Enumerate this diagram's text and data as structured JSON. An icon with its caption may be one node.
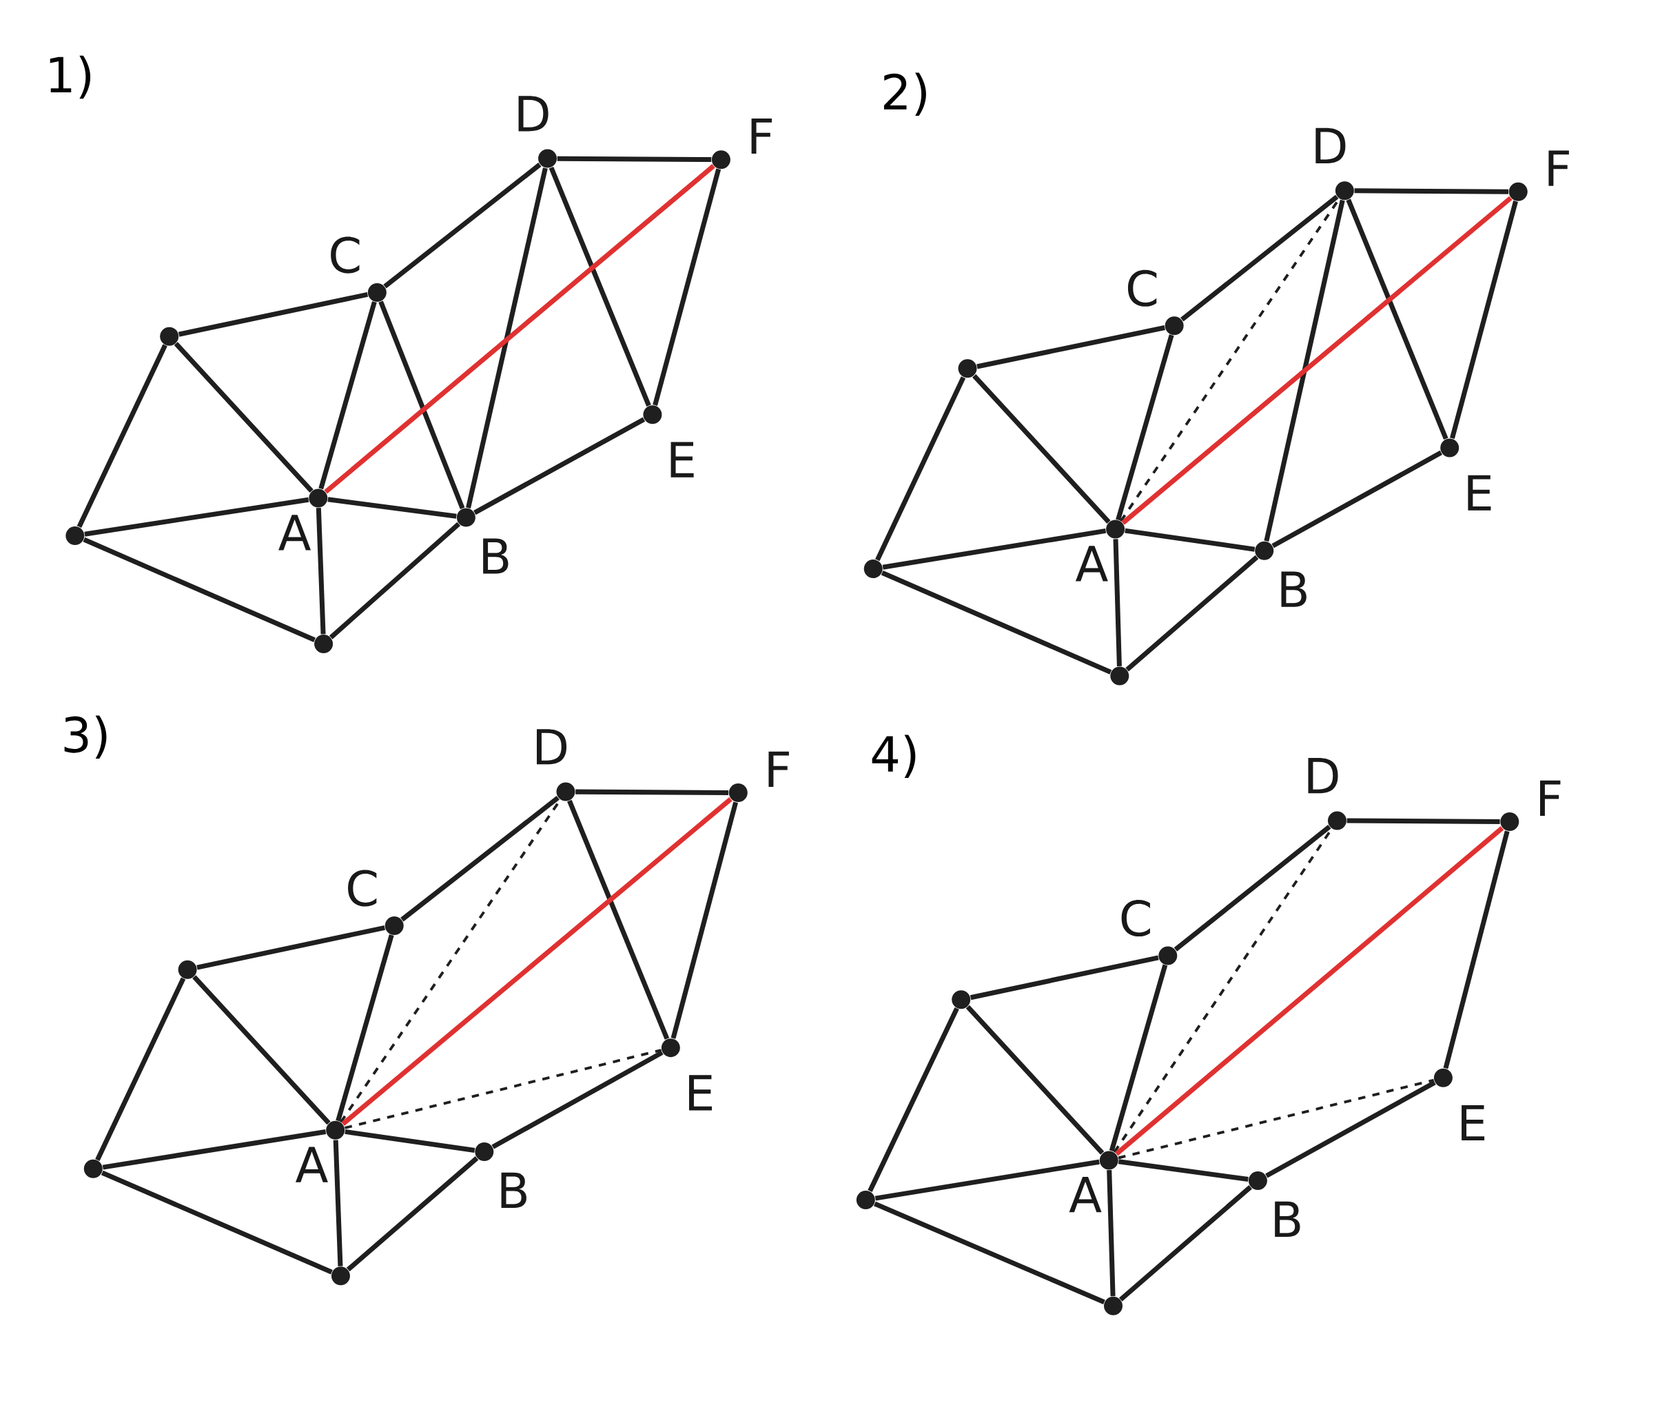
{
  "diagram": {
    "nodes": [
      {
        "text": [],
        "shape": "circle"
      },
      {
        "text": [],
        "shape": "circle"
      },
      {
        "text": [
          "C"
        ]
      },
      {
        "text": [
          "A"
        ]
      },
      {
        "text": [
          "B"
        ]
      },
      {
        "text": [],
        "shape": "circle"
      },
      {
        "text": [
          "D"
        ]
      },
      {
        "text": [
          "F"
        ]
      },
      {
        "text": [
          "E"
        ]
      },
      {
        "text": [],
        "shape": "circle"
      },
      {
        "text": [],
        "shape": "circle"
      },
      {
        "text": [
          "C"
        ]
      },
      {
        "text": [
          "A"
        ]
      },
      {
        "text": [
          "B"
        ]
      },
      {
        "text": [],
        "shape": "circle"
      },
      {
        "text": [
          "D"
        ]
      },
      {
        "text": [
          "F"
        ]
      },
      {
        "text": [
          "E"
        ]
      },
      {
        "text": [],
        "shape": "circle"
      },
      {
        "text": [],
        "shape": "circle"
      },
      {
        "text": [
          "C"
        ]
      },
      {
        "text": [
          "A"
        ]
      },
      {
        "text": [
          "B"
        ]
      },
      {
        "text": [],
        "shape": "circle"
      },
      {
        "text": [
          "D"
        ]
      },
      {
        "text": [
          "F"
        ]
      },
      {
        "text": [
          "E"
        ]
      },
      {
        "text": [],
        "shape": "circle"
      },
      {
        "text": [],
        "shape": "circle"
      },
      {
        "text": [
          "C"
        ]
      },
      {
        "text": [
          "A"
        ]
      },
      {
        "text": [
          "B"
        ]
      },
      {
        "text": [],
        "shape": "circle"
      },
      {
        "text": [
          "D"
        ]
      },
      {
        "text": [
          "F"
        ]
      },
      {
        "text": [
          "E"
        ]
      }
    ],
    "edges": [
      {
        "from": 1,
        "to": 0,
        "arrow": "none"
      },
      {
        "from": 0,
        "to": 2,
        "arrow": "none"
      },
      {
        "from": 0,
        "to": 3,
        "arrow": "none"
      },
      {
        "from": 1,
        "to": 3,
        "arrow": "none"
      },
      {
        "from": 1,
        "to": 5,
        "arrow": "none"
      },
      {
        "from": 5,
        "to": 3,
        "arrow": "none"
      },
      {
        "from": 5,
        "to": 4,
        "arrow": "none"
      },
      {
        "from": 3,
        "to": 4,
        "arrow": "none"
      },
      {
        "from": 3,
        "to": 2,
        "arrow": "none"
      },
      {
        "from": 2,
        "to": 4,
        "arrow": "none"
      },
      {
        "from": 2,
        "to": 6,
        "arrow": "none"
      },
      {
        "from": 6,
        "to": 4,
        "arrow": "none"
      },
      {
        "from": 6,
        "to": 7,
        "arrow": "none"
      },
      {
        "from": 6,
        "to": 8,
        "arrow": "none"
      },
      {
        "from": 7,
        "to": 8,
        "arrow": "none"
      },
      {
        "from": 4,
        "to": 8,
        "arrow": "none"
      },
      {
        "from": 3,
        "to": 7,
        "arrow": "none",
        "color": "#e03131"
      },
      {
        "from": 10,
        "to": 9,
        "arrow": "none"
      },
      {
        "from": 9,
        "to": 11,
        "arrow": "none"
      },
      {
        "from": 9,
        "to": 12,
        "arrow": "none"
      },
      {
        "from": 10,
        "to": 12,
        "arrow": "none"
      },
      {
        "from": 10,
        "to": 14,
        "arrow": "none"
      },
      {
        "from": 14,
        "to": 12,
        "arrow": "none"
      },
      {
        "from": 14,
        "to": 13,
        "arrow": "none"
      },
      {
        "from": 12,
        "to": 13,
        "arrow": "none"
      },
      {
        "from": 12,
        "to": 11,
        "arrow": "none"
      },
      {
        "from": 11,
        "to": 15,
        "arrow": "none"
      },
      {
        "from": 15,
        "to": 13,
        "arrow": "none"
      },
      {
        "from": 15,
        "to": 16,
        "arrow": "none"
      },
      {
        "from": 15,
        "to": 17,
        "arrow": "none"
      },
      {
        "from": 16,
        "to": 17,
        "arrow": "none"
      },
      {
        "from": 13,
        "to": 17,
        "arrow": "none"
      },
      {
        "from": 12,
        "to": 15,
        "arrow": "none",
        "style": "dashed"
      },
      {
        "from": 12,
        "to": 16,
        "arrow": "none",
        "color": "#e03131"
      },
      {
        "from": 19,
        "to": 18,
        "arrow": "none"
      },
      {
        "from": 18,
        "to": 20,
        "arrow": "none"
      },
      {
        "from": 18,
        "to": 21,
        "arrow": "none"
      },
      {
        "from": 19,
        "to": 21,
        "arrow": "none"
      },
      {
        "from": 19,
        "to": 23,
        "arrow": "none"
      },
      {
        "from": 23,
        "to": 21,
        "arrow": "none"
      },
      {
        "from": 23,
        "to": 22,
        "arrow": "none"
      },
      {
        "from": 21,
        "to": 22,
        "arrow": "none"
      },
      {
        "from": 21,
        "to": 20,
        "arrow": "none"
      },
      {
        "from": 20,
        "to": 24,
        "arrow": "none"
      },
      {
        "from": 24,
        "to": 25,
        "arrow": "none"
      },
      {
        "from": 24,
        "to": 26,
        "arrow": "none"
      },
      {
        "from": 25,
        "to": 26,
        "arrow": "none"
      },
      {
        "from": 22,
        "to": 26,
        "arrow": "none"
      },
      {
        "from": 21,
        "to": 24,
        "arrow": "none",
        "style": "dashed"
      },
      {
        "from": 21,
        "to": 26,
        "arrow": "none",
        "style": "dashed"
      },
      {
        "from": 21,
        "to": 25,
        "arrow": "none",
        "color": "#e03131"
      },
      {
        "from": 28,
        "to": 27,
        "arrow": "none"
      },
      {
        "from": 27,
        "to": 29,
        "arrow": "none"
      },
      {
        "from": 27,
        "to": 30,
        "arrow": "none"
      },
      {
        "from": 28,
        "to": 30,
        "arrow": "none"
      },
      {
        "from": 28,
        "to": 32,
        "arrow": "none"
      },
      {
        "from": 32,
        "to": 30,
        "arrow": "none"
      },
      {
        "from": 32,
        "to": 31,
        "arrow": "none"
      },
      {
        "from": 30,
        "to": 31,
        "arrow": "none"
      },
      {
        "from": 30,
        "to": 29,
        "arrow": "none"
      },
      {
        "from": 29,
        "to": 33,
        "arrow": "none"
      },
      {
        "from": 33,
        "to": 34,
        "arrow": "none"
      },
      {
        "from": 34,
        "to": 35,
        "arrow": "none"
      },
      {
        "from": 31,
        "to": 35,
        "arrow": "none"
      },
      {
        "from": 30,
        "to": 33,
        "arrow": "none",
        "style": "dashed"
      },
      {
        "from": 30,
        "to": 35,
        "arrow": "none",
        "style": "dashed"
      },
      {
        "from": 30,
        "to": 34,
        "arrow": "none",
        "color": "#e03131"
      }
    ],
    "labels": [
      "1)",
      "2)",
      "3)",
      "4)"
    ]
  }
}
